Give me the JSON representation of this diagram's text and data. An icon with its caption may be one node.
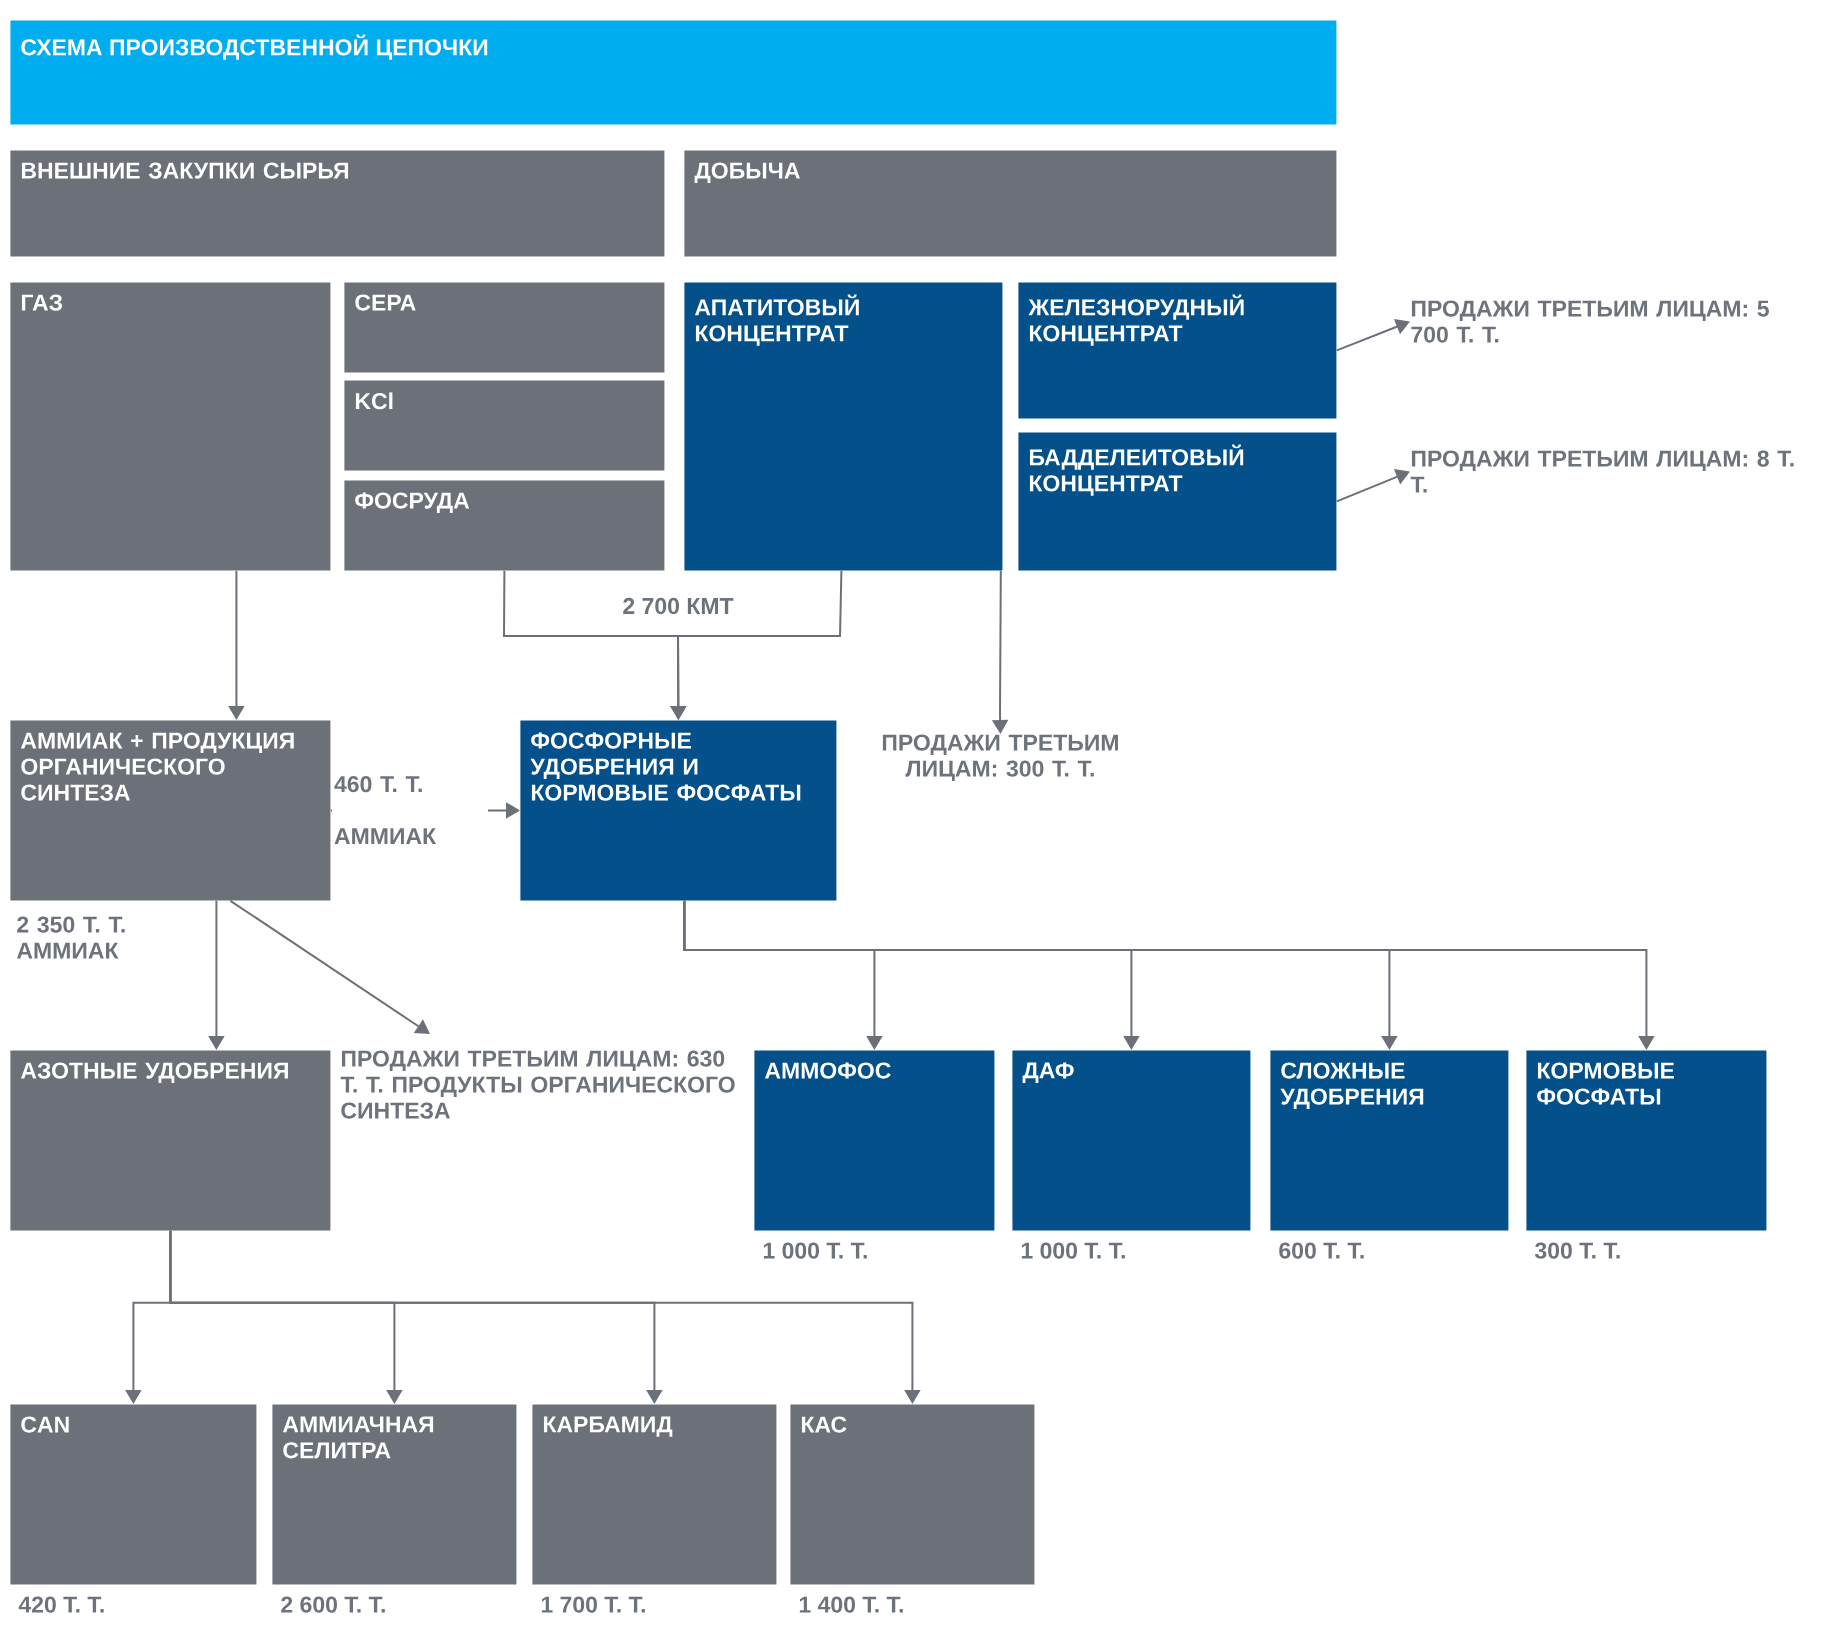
{
  "diagram": {
    "title": "СХЕМА ПРОИЗВОДСТВЕННОЙ ЦЕПОЧКИ",
    "nodes": [
      {
        "text": [
          "ВНЕШНИЕ ЗАКУПКИ СЫРЬЯ"
        ]
      },
      {
        "text": [
          "ДОБЫЧА"
        ]
      },
      {
        "text": [
          "ГАЗ"
        ]
      },
      {
        "text": [
          "СЕРА"
        ]
      },
      {
        "text": [
          "KCl"
        ]
      },
      {
        "text": [
          "ФОСРУДА"
        ]
      },
      {
        "text": [
          "АПАТИТОВЫЙ КОНЦЕНТРАТ"
        ]
      },
      {
        "text": [
          "ЖЕЛЕЗНОРУДНЫЙ КОНЦЕНТРАТ"
        ]
      },
      {
        "text": [
          "БАДДЕЛЕИТОВЫЙ КОНЦЕНТРАТ"
        ]
      },
      {
        "text": [
          "ПРОДАЖИ ТРЕТЬИМ ЛИЦАМ: 5 700 Т. Т."
        ]
      },
      {
        "text": [
          "ПРОДАЖИ ТРЕТЬИМ ЛИЦАМ: 8 Т. Т."
        ]
      },
      {
        "text": [
          "АММИАК + ПРОДУКЦИЯ ОРГАНИЧЕСКОГО СИНТЕЗА"
        ]
      },
      {
        "text": [
          "ФОСФОРНЫЕ УДОБРЕНИЯ И КОРМОВЫЕ ФОСФАТЫ"
        ]
      },
      {
        "text": [
          "ПРОДАЖИ ТРЕТЬИМ ЛИЦАМ: 300 Т. Т."
        ]
      },
      {
        "text": [
          "АЗОТНЫЕ УДОБРЕНИЯ"
        ]
      },
      {
        "text": [
          "ПРОДАЖИ ТРЕТЬИМ ЛИЦАМ: 630 Т. Т. ПРОДУКТЫ ОРГАНИЧЕСКОГО СИНТЕЗА"
        ]
      },
      {
        "text": [
          "АММОФОС"
        ],
        "beside": [
          "1 000 Т. Т."
        ]
      },
      {
        "text": [
          "ДАФ"
        ],
        "beside": [
          "1 000 Т. Т."
        ]
      },
      {
        "text": [
          "СЛОЖНЫЕ УДОБРЕНИЯ"
        ],
        "beside": [
          "600 Т. Т."
        ]
      },
      {
        "text": [
          "КОРМОВЫЕ ФОСФАТЫ"
        ],
        "beside": [
          "300 Т. Т."
        ]
      },
      {
        "text": [
          "CAN"
        ],
        "beside": [
          "420 Т. Т."
        ]
      },
      {
        "text": [
          "АММИАЧНАЯ СЕЛИТРА"
        ],
        "beside": [
          "2 600 Т. Т."
        ]
      },
      {
        "text": [
          "КАРБАМИД"
        ],
        "beside": [
          "1 700 Т. Т."
        ]
      },
      {
        "text": [
          "КАС"
        ],
        "beside": [
          "1 400 Т. Т."
        ]
      }
    ],
    "edges": [
      {
        "from": 2,
        "to": 11,
        "arrow": "to"
      },
      {
        "from": 5,
        "to": 12,
        "arrow": "to",
        "label": "2 700 КМТ"
      },
      {
        "from": 6,
        "to": 12,
        "arrow": "to"
      },
      {
        "from": 6,
        "to": 13,
        "arrow": "to"
      },
      {
        "from": 7,
        "to": 9,
        "arrow": "to"
      },
      {
        "from": 8,
        "to": 10,
        "arrow": "to"
      },
      {
        "from": 11,
        "to": 12,
        "arrow": "to",
        "label": "460 Т. Т. АММИАК"
      },
      {
        "from": 11,
        "to": 14,
        "arrow": "to",
        "label": "2 350 Т. Т. АММИАК"
      },
      {
        "from": 11,
        "to": 15,
        "arrow": "to"
      },
      {
        "from": 12,
        "to": 16,
        "arrow": "to"
      },
      {
        "from": 12,
        "to": 17,
        "arrow": "to"
      },
      {
        "from": 12,
        "to": 18,
        "arrow": "to"
      },
      {
        "from": 12,
        "to": 19,
        "arrow": "to"
      },
      {
        "from": 14,
        "to": 20,
        "arrow": "to"
      },
      {
        "from": 14,
        "to": 21,
        "arrow": "to"
      },
      {
        "from": 14,
        "to": 22,
        "arrow": "to"
      },
      {
        "from": 14,
        "to": 23,
        "arrow": "to"
      }
    ]
  }
}
